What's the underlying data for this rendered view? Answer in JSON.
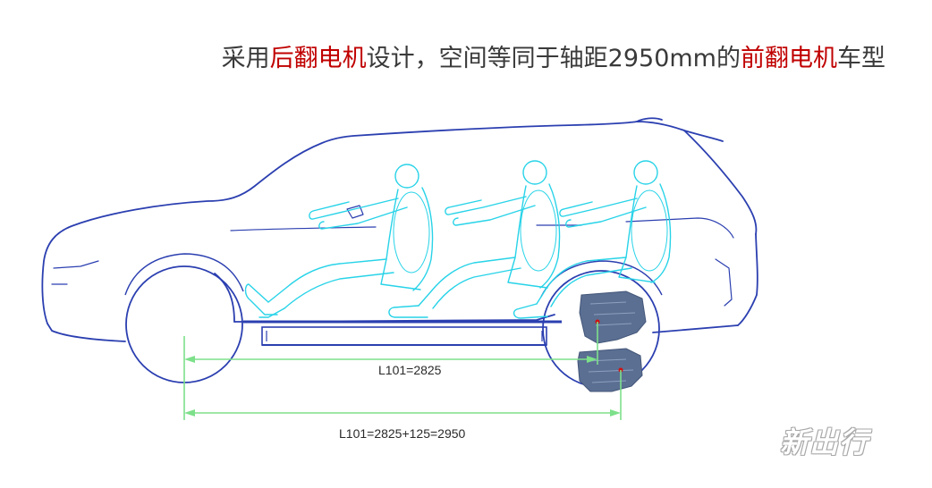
{
  "title": {
    "part1": "采用",
    "part2_highlight": "后翻电机",
    "part3": "设计，空间等同于轴距2950mm的",
    "part4_highlight": "前翻电机",
    "part5": "车型"
  },
  "dimensions": {
    "short_label": "L101=2825",
    "long_label": "L101=2825+125=2950"
  },
  "logo": {
    "text": "新出行"
  },
  "colors": {
    "title_text": "#3a3a3a",
    "title_highlight": "#c00000",
    "car_outline": "#2b3fb0",
    "occupant": "#27d3e8",
    "dimension_line": "#7de08a",
    "motor": "#5b6f92",
    "marker": "#d01010"
  }
}
